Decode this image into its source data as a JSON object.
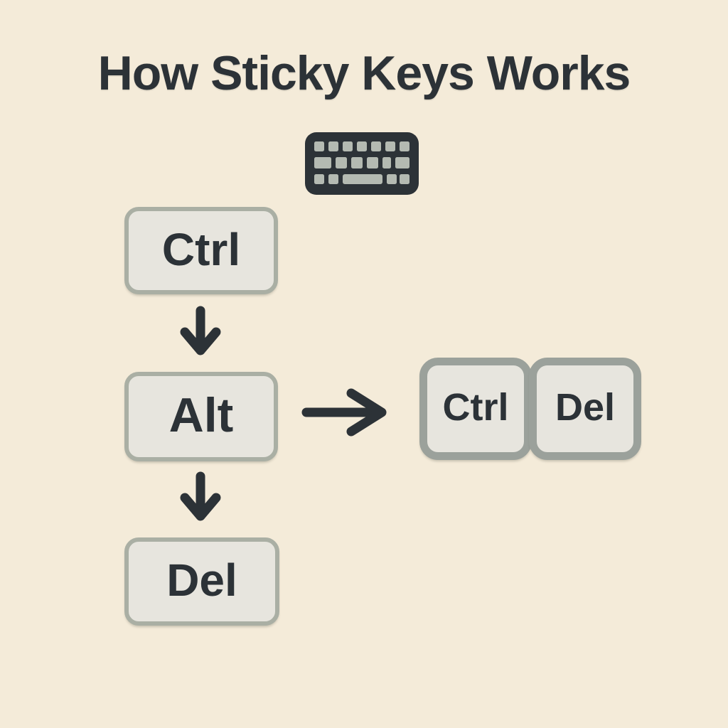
{
  "title": "How Sticky Keys Works",
  "colors": {
    "background": "#f4ebd9",
    "key_fill": "#e7e5de",
    "key_border": "#aaafa4",
    "combo_key_border": "#9ba19b",
    "ink": "#2c3237",
    "keyboard_icon_key": "#b4bab2"
  },
  "icons": {
    "keyboard": "keyboard-icon",
    "down_arrow": "arrow-down-icon",
    "right_arrow": "arrow-right-icon"
  },
  "flow": {
    "keys": [
      {
        "label": "Ctrl"
      },
      {
        "label": "Alt"
      },
      {
        "label": "Del"
      }
    ]
  },
  "result": {
    "keys": [
      {
        "label": "Ctrl"
      },
      {
        "label": "Del"
      }
    ]
  }
}
